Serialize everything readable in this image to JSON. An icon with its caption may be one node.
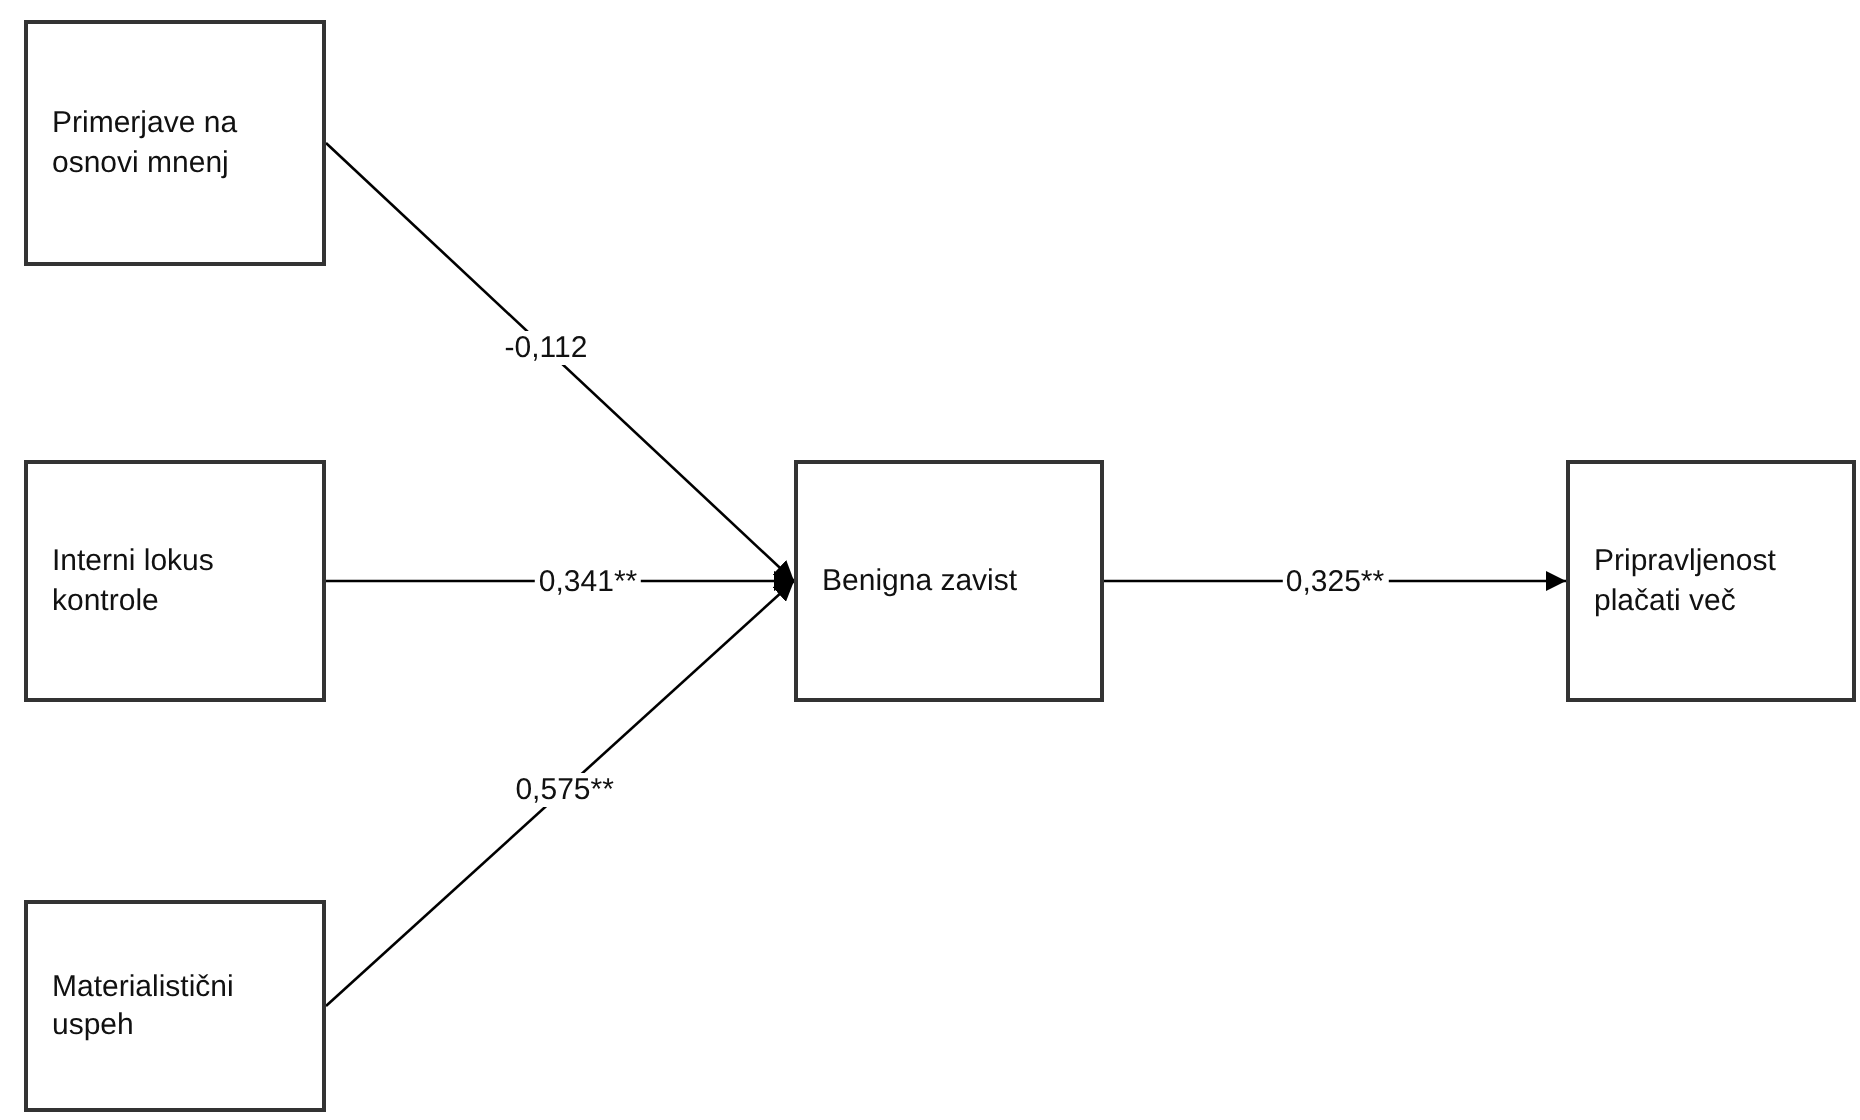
{
  "diagram": {
    "nodes": [
      {
        "text": [
          "Primerjave na osnovi mnenj"
        ]
      },
      {
        "text": [
          "Interni lokus kontrole"
        ]
      },
      {
        "text": [
          "Materialistični uspeh"
        ]
      },
      {
        "text": [
          "Benigna zavist"
        ]
      },
      {
        "text": [
          "Pripravljenost plačati več"
        ]
      }
    ],
    "edges": [
      {
        "from": 0,
        "to": 3,
        "arrow": "to",
        "label": "-0,112"
      },
      {
        "from": 1,
        "to": 3,
        "arrow": "to",
        "label": "0,341**"
      },
      {
        "from": 2,
        "to": 3,
        "arrow": "to",
        "label": "0,575**"
      },
      {
        "from": 3,
        "to": 4,
        "arrow": "to",
        "label": "0,325**"
      }
    ]
  }
}
